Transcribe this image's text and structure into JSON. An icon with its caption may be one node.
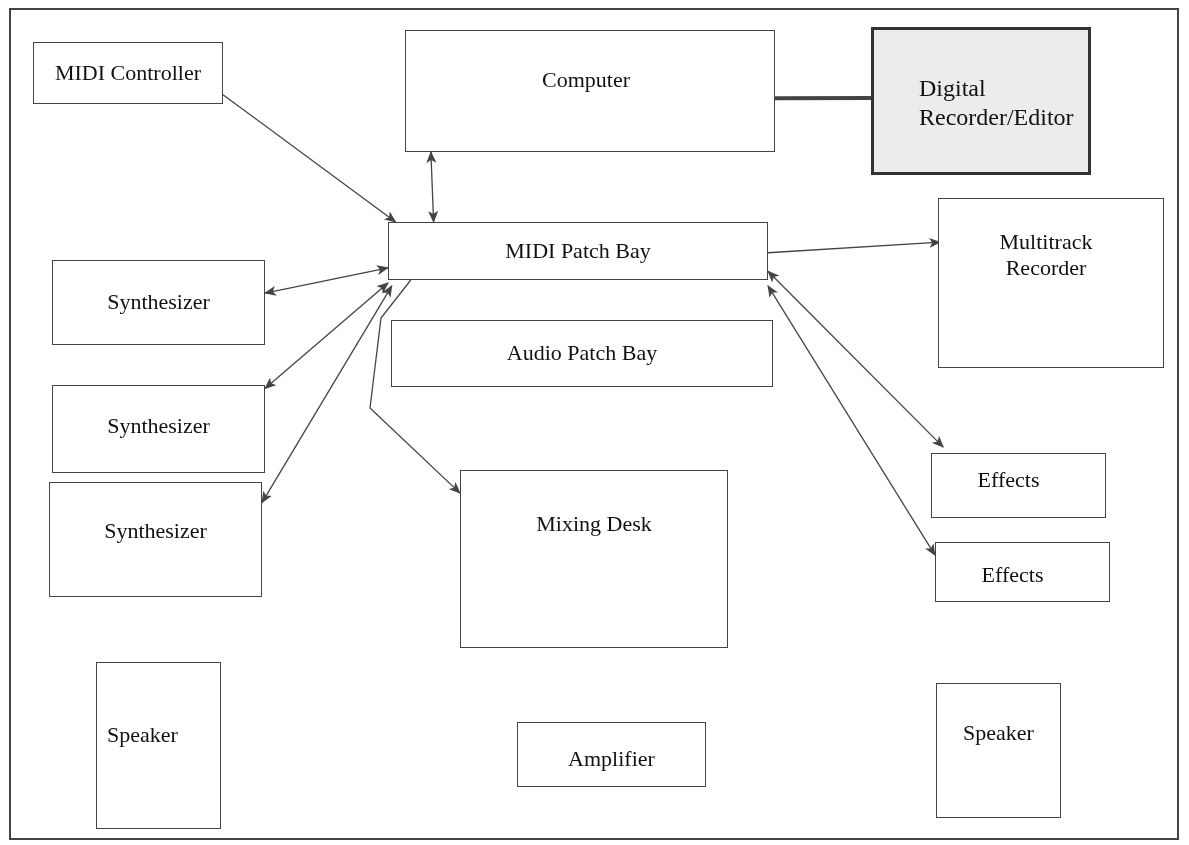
{
  "diagram": {
    "nodes": [
      {
        "text": [
          "MIDI Controller"
        ]
      },
      {
        "text": [
          "Computer"
        ]
      },
      {
        "text": [
          "Digital Recorder/Editor"
        ]
      },
      {
        "text": [
          "MIDI Patch Bay"
        ]
      },
      {
        "text": [
          "Multitrack Recorder"
        ]
      },
      {
        "text": [
          "Synthesizer"
        ]
      },
      {
        "text": [
          "Audio Patch Bay"
        ]
      },
      {
        "text": [
          "Synthesizer"
        ]
      },
      {
        "text": [
          "Effects"
        ]
      },
      {
        "text": [
          "Synthesizer"
        ]
      },
      {
        "text": [
          "Mixing Desk"
        ]
      },
      {
        "text": [
          "Effects"
        ]
      },
      {
        "text": [
          "Speaker"
        ]
      },
      {
        "text": [
          "Amplifier"
        ]
      },
      {
        "text": [
          "Speaker"
        ]
      }
    ],
    "edges": [
      {
        "from": 0,
        "to": 3,
        "arrow": "to"
      },
      {
        "from": 1,
        "to": 3,
        "arrow": "both"
      },
      {
        "from": 1,
        "to": 2,
        "arrow": "none",
        "style": "thick"
      },
      {
        "from": 3,
        "to": 4,
        "arrow": "to"
      },
      {
        "from": 3,
        "to": 5,
        "arrow": "both"
      },
      {
        "from": 3,
        "to": 7,
        "arrow": "both"
      },
      {
        "from": 3,
        "to": 9,
        "arrow": "both"
      },
      {
        "from": 3,
        "to": 10,
        "arrow": "to"
      },
      {
        "from": 3,
        "to": 8,
        "arrow": "both"
      },
      {
        "from": 3,
        "to": 11,
        "arrow": "both"
      }
    ]
  }
}
